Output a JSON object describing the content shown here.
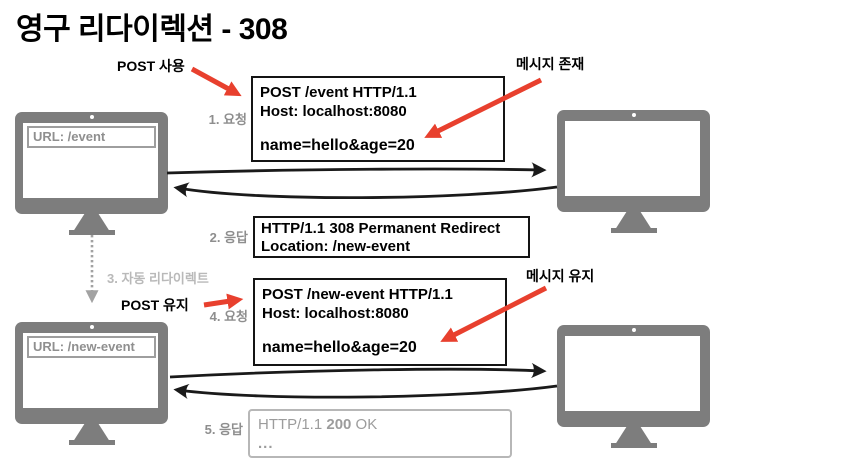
{
  "title": "영구 리다이렉션 - 308",
  "annotations": {
    "post_use": "POST 사용",
    "message_exists": "메시지 존재",
    "auto_redirect": "3. 자동 리다이렉트",
    "post_keep": "POST 유지",
    "message_keep": "메시지 유지"
  },
  "steps": {
    "s1": "1. 요청",
    "s2": "2. 응답",
    "s4": "4. 요청",
    "s5": "5. 응답"
  },
  "clients": {
    "before": {
      "url_label": "URL: /event"
    },
    "after": {
      "url_label": "URL: /new-event"
    }
  },
  "http_boxes": {
    "request1": {
      "method": "POST",
      "target": " /event HTTP/1.1",
      "host": "Host: localhost:8080",
      "body": "name=hello&age=20"
    },
    "response308": {
      "protocol": "HTTP/1.1",
      "status": " 308 Permanent Redirect",
      "location": "Location: /new-event"
    },
    "request2": {
      "method": "POST",
      "target": " /new-event HTTP/1.1",
      "host": "Host: localhost:8080",
      "body": "name=hello&age=20"
    },
    "response200": {
      "protocol": "HTTP/1.1",
      "status": " 200",
      "status_text": " OK",
      "body": "..."
    }
  },
  "colors": {
    "arrow_red": "#e8402e",
    "monitor_gray": "#7d7d7d",
    "step_label_gray": "#8e8e8e",
    "muted_gray": "#b9b9b9",
    "response_ok_gray": "#9c9c9c"
  }
}
